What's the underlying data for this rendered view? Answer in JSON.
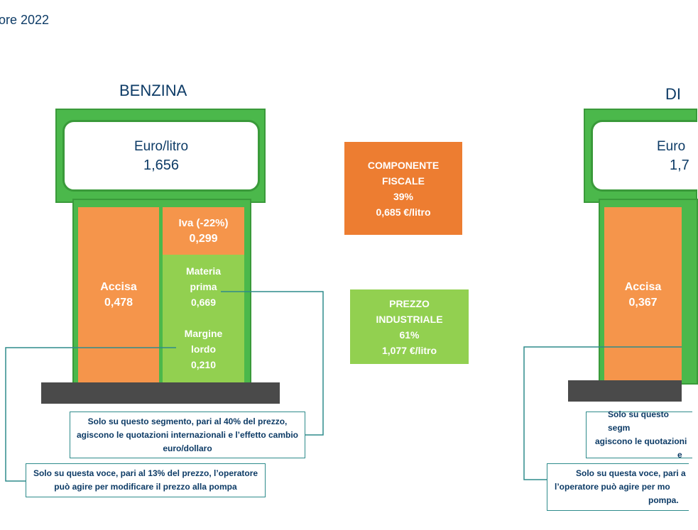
{
  "header": {
    "title_fragment": "ore 2022"
  },
  "benzina": {
    "title": "BENZINA",
    "head_label": "Euro/litro",
    "head_value": "1,656",
    "accisa_label": "Accisa",
    "accisa_value": "0,478",
    "iva_label": "Iva (-22%)",
    "iva_value": "0,299",
    "materia_line1": "Materia",
    "materia_line2": "prima",
    "materia_value": "0,669",
    "margine_line1": "Margine",
    "margine_line2": "lordo",
    "margine_value": "0,210",
    "callout_segment": [
      "Solo su questo segmento, pari al 40% del prezzo,",
      "agiscono le quotazioni internazionali e l’effetto cambio",
      "euro/dollaro"
    ],
    "callout_voce": [
      "Solo su questa voce, pari al 13% del prezzo, l’operatore",
      "può agire per modificare il prezzo alla pompa"
    ]
  },
  "center": {
    "fiscale_line1": "COMPONENTE",
    "fiscale_line2": "FISCALE",
    "fiscale_pct": "39%",
    "fiscale_value": "0,685 €/litro",
    "industriale_line1": "PREZZO",
    "industriale_line2": "INDUSTRIALE",
    "industriale_pct": "61%",
    "industriale_value": "1,077 €/litro"
  },
  "diesel": {
    "title_fragment": "DI",
    "head_label_fragment": "Euro",
    "head_value_fragment": "1,7",
    "accisa_label": "Accisa",
    "accisa_value": "0,367",
    "callout_segment": [
      "Solo su questo segm",
      "agiscono le quotazioni",
      "e"
    ],
    "callout_voce": [
      "Solo su questa voce, pari a",
      "l’operatore può agire per mo",
      "pompa."
    ]
  },
  "colors": {
    "navy": "#0d3b66",
    "pump_green": "#4bb84b",
    "orange_segment": "#f5954b",
    "green_segment": "#92d050",
    "fiscale_box": "#ed7d31",
    "base_gray": "#4a4a4a",
    "callout_border": "#2e8b8b"
  }
}
